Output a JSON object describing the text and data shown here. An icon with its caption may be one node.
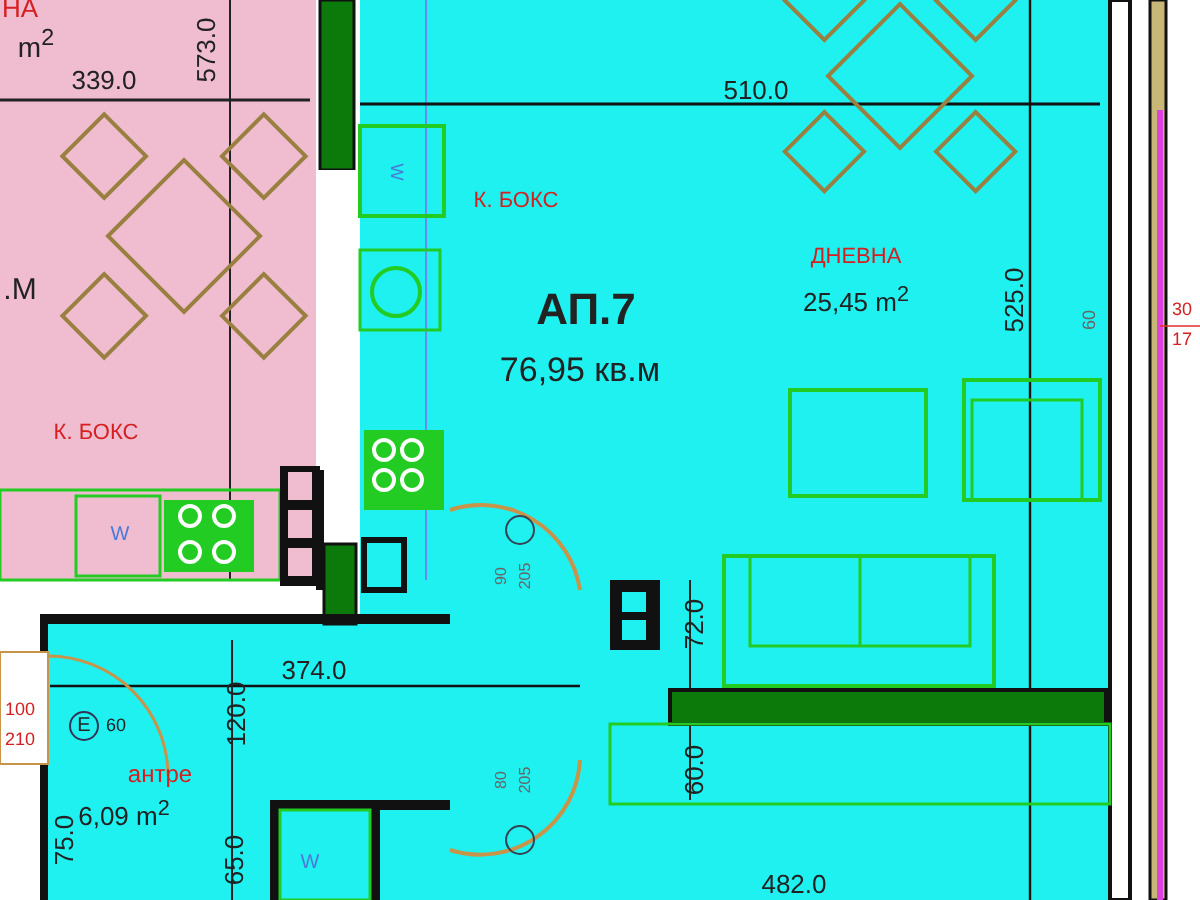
{
  "diagram": {
    "labels": [
      "НА",
      "m$^{2}$",
      "339.0",
      "573.0",
      "510.0",
      "W",
      "К. БОКС",
      ".М",
      "АП.7",
      "ДНЕВНА",
      "25,45 m$^{2}$",
      "525.0",
      "60",
      "30",
      "76,95 кв.м",
      "17",
      "К. БОКС",
      "W",
      "90",
      "205",
      "374.0",
      "100",
      "E",
      "60",
      "120.0",
      "72.0",
      "210",
      "антре",
      "6,09 m$^{2}$",
      "80",
      "205",
      "60.0",
      "W",
      "75.0",
      "65.0",
      "482.0"
    ]
  }
}
